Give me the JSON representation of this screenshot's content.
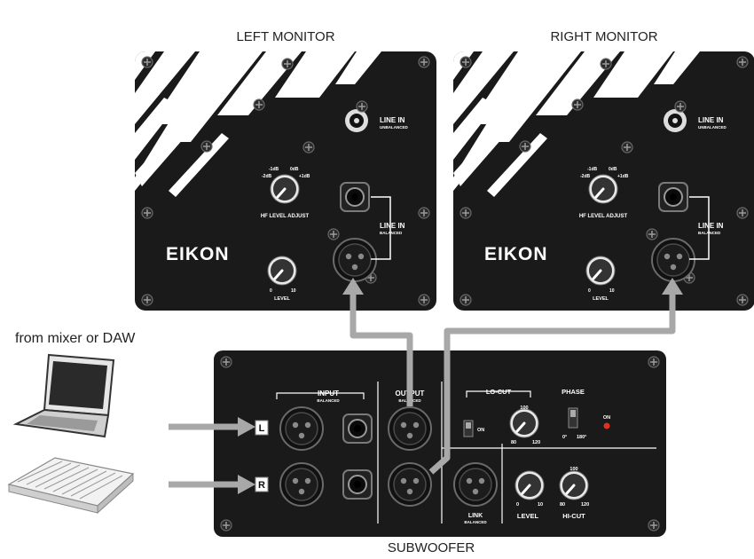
{
  "diagram": {
    "left_monitor": {
      "title": "LEFT MONITOR",
      "brand": "EIKON",
      "line_in_unbalanced": "LINE IN",
      "unbalanced": "UNBALANCED",
      "line_in_balanced": "LINE IN",
      "balanced": "BALANCED",
      "hf_level_adjust": "HF LEVEL ADJUST",
      "hf_marks": [
        "-2dB",
        "-1dB",
        "0dB",
        "+1dB"
      ],
      "level": "LEVEL",
      "level_min": "0",
      "level_max": "10"
    },
    "right_monitor": {
      "title": "RIGHT MONITOR",
      "brand": "EIKON",
      "line_in_unbalanced": "LINE IN",
      "unbalanced": "UNBALANCED",
      "line_in_balanced": "LINE IN",
      "balanced": "BALANCED",
      "hf_level_adjust": "HF LEVEL ADJUST",
      "hf_marks": [
        "-2dB",
        "-1dB",
        "0dB",
        "+1dB"
      ],
      "level": "LEVEL",
      "level_min": "0",
      "level_max": "10"
    },
    "source_label": "from mixer or DAW",
    "subwoofer": {
      "title": "SUBWOOFER",
      "input": "INPUT",
      "input_sub": "BALANCED",
      "output": "OUTPUT",
      "output_sub": "BALANCED",
      "lo_cut": "LO-CUT",
      "lo_cut_on": "ON",
      "lo_cut_marks": [
        "100",
        "80",
        "120"
      ],
      "phase": "PHASE",
      "phase_marks": [
        "0°",
        "180°"
      ],
      "on_led": "ON",
      "link": "LINK",
      "link_sub": "BALANCED",
      "level": "LEVEL",
      "level_min": "0",
      "level_max": "10",
      "hi_cut": "HI-CUT",
      "hi_cut_marks": [
        "100",
        "80",
        "120"
      ],
      "channel_l": "L",
      "channel_r": "R"
    },
    "colors": {
      "panel": "#1a1a1a",
      "cable": "#a8a8a8",
      "led": "#e03020"
    }
  }
}
